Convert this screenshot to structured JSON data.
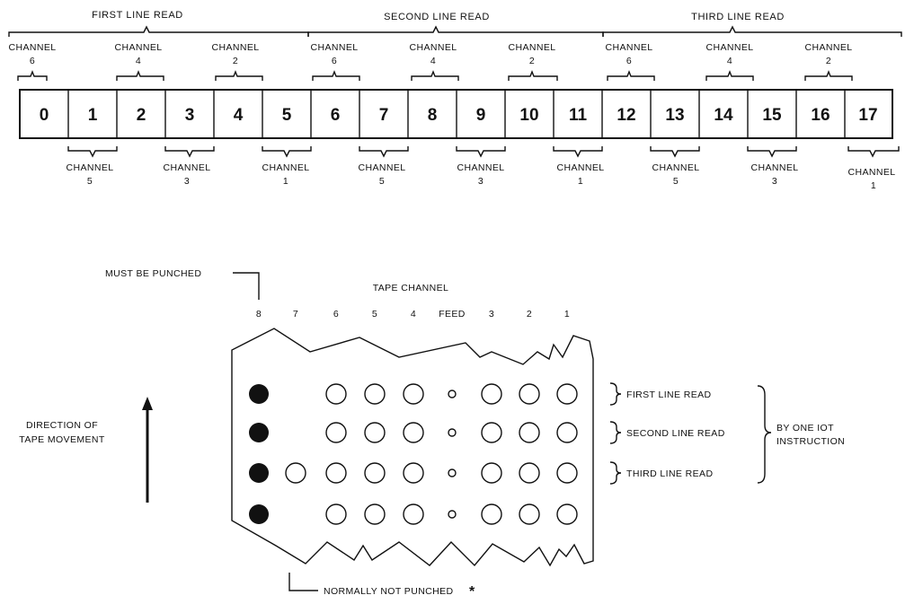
{
  "register": {
    "groups": [
      {
        "label": "FIRST LINE READ"
      },
      {
        "label": "SECOND LINE READ"
      },
      {
        "label": "THIRD LINE READ"
      }
    ],
    "bits": [
      "0",
      "1",
      "2",
      "3",
      "4",
      "5",
      "6",
      "7",
      "8",
      "9",
      "10",
      "11",
      "12",
      "13",
      "14",
      "15",
      "16",
      "17"
    ],
    "channel_word": "CHANNEL",
    "top_channels": [
      "6",
      "4",
      "2",
      "6",
      "4",
      "2",
      "6",
      "4",
      "2"
    ],
    "bottom_channels": [
      "5",
      "3",
      "1",
      "5",
      "3",
      "1",
      "5",
      "3",
      "1"
    ]
  },
  "tape": {
    "must_be_punched": "MUST BE PUNCHED",
    "tape_channel_title": "TAPE CHANNEL",
    "columns": [
      "8",
      "7",
      "6",
      "5",
      "4",
      "FEED",
      "3",
      "2",
      "1"
    ],
    "direction_line1": "DIRECTION OF",
    "direction_line2": "TAPE MOVEMENT",
    "row_labels": [
      "FIRST LINE READ",
      "SECOND LINE READ",
      "THIRD LINE READ"
    ],
    "iot_line1": "BY ONE IOT",
    "iot_line2": "INSTRUCTION",
    "normally_not_punched": "NORMALLY NOT PUNCHED",
    "asterisk": "*",
    "rows": [
      {
        "holes": [
          "punched",
          "none",
          "open",
          "open",
          "open",
          "feed",
          "open",
          "open",
          "open"
        ]
      },
      {
        "holes": [
          "punched",
          "none",
          "open",
          "open",
          "open",
          "feed",
          "open",
          "open",
          "open"
        ]
      },
      {
        "holes": [
          "punched",
          "open",
          "open",
          "open",
          "open",
          "feed",
          "open",
          "open",
          "open"
        ]
      },
      {
        "holes": [
          "punched",
          "none",
          "open",
          "open",
          "open",
          "feed",
          "open",
          "open",
          "open"
        ]
      }
    ]
  }
}
